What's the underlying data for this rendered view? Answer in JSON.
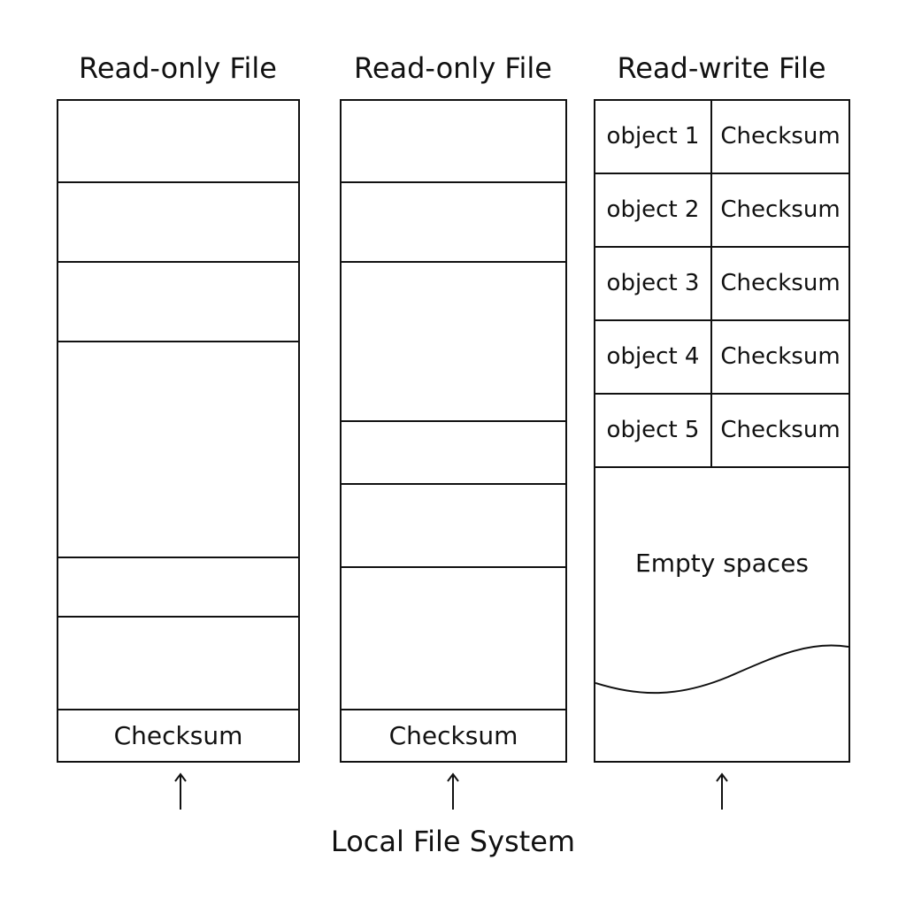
{
  "columns": [
    {
      "title": "Read-only File",
      "checksum_label": "Checksum"
    },
    {
      "title": "Read-only File",
      "checksum_label": "Checksum"
    },
    {
      "title": "Read-write File",
      "rows": [
        {
          "object": "object 1",
          "checksum": "Checksum"
        },
        {
          "object": "object 2",
          "checksum": "Checksum"
        },
        {
          "object": "object 3",
          "checksum": "Checksum"
        },
        {
          "object": "object 4",
          "checksum": "Checksum"
        },
        {
          "object": "object 5",
          "checksum": "Checksum"
        }
      ],
      "empty_label": "Empty spaces"
    }
  ],
  "footer": {
    "label": "Local File System"
  },
  "colors": {
    "line": "#111111",
    "background": "#ffffff"
  }
}
